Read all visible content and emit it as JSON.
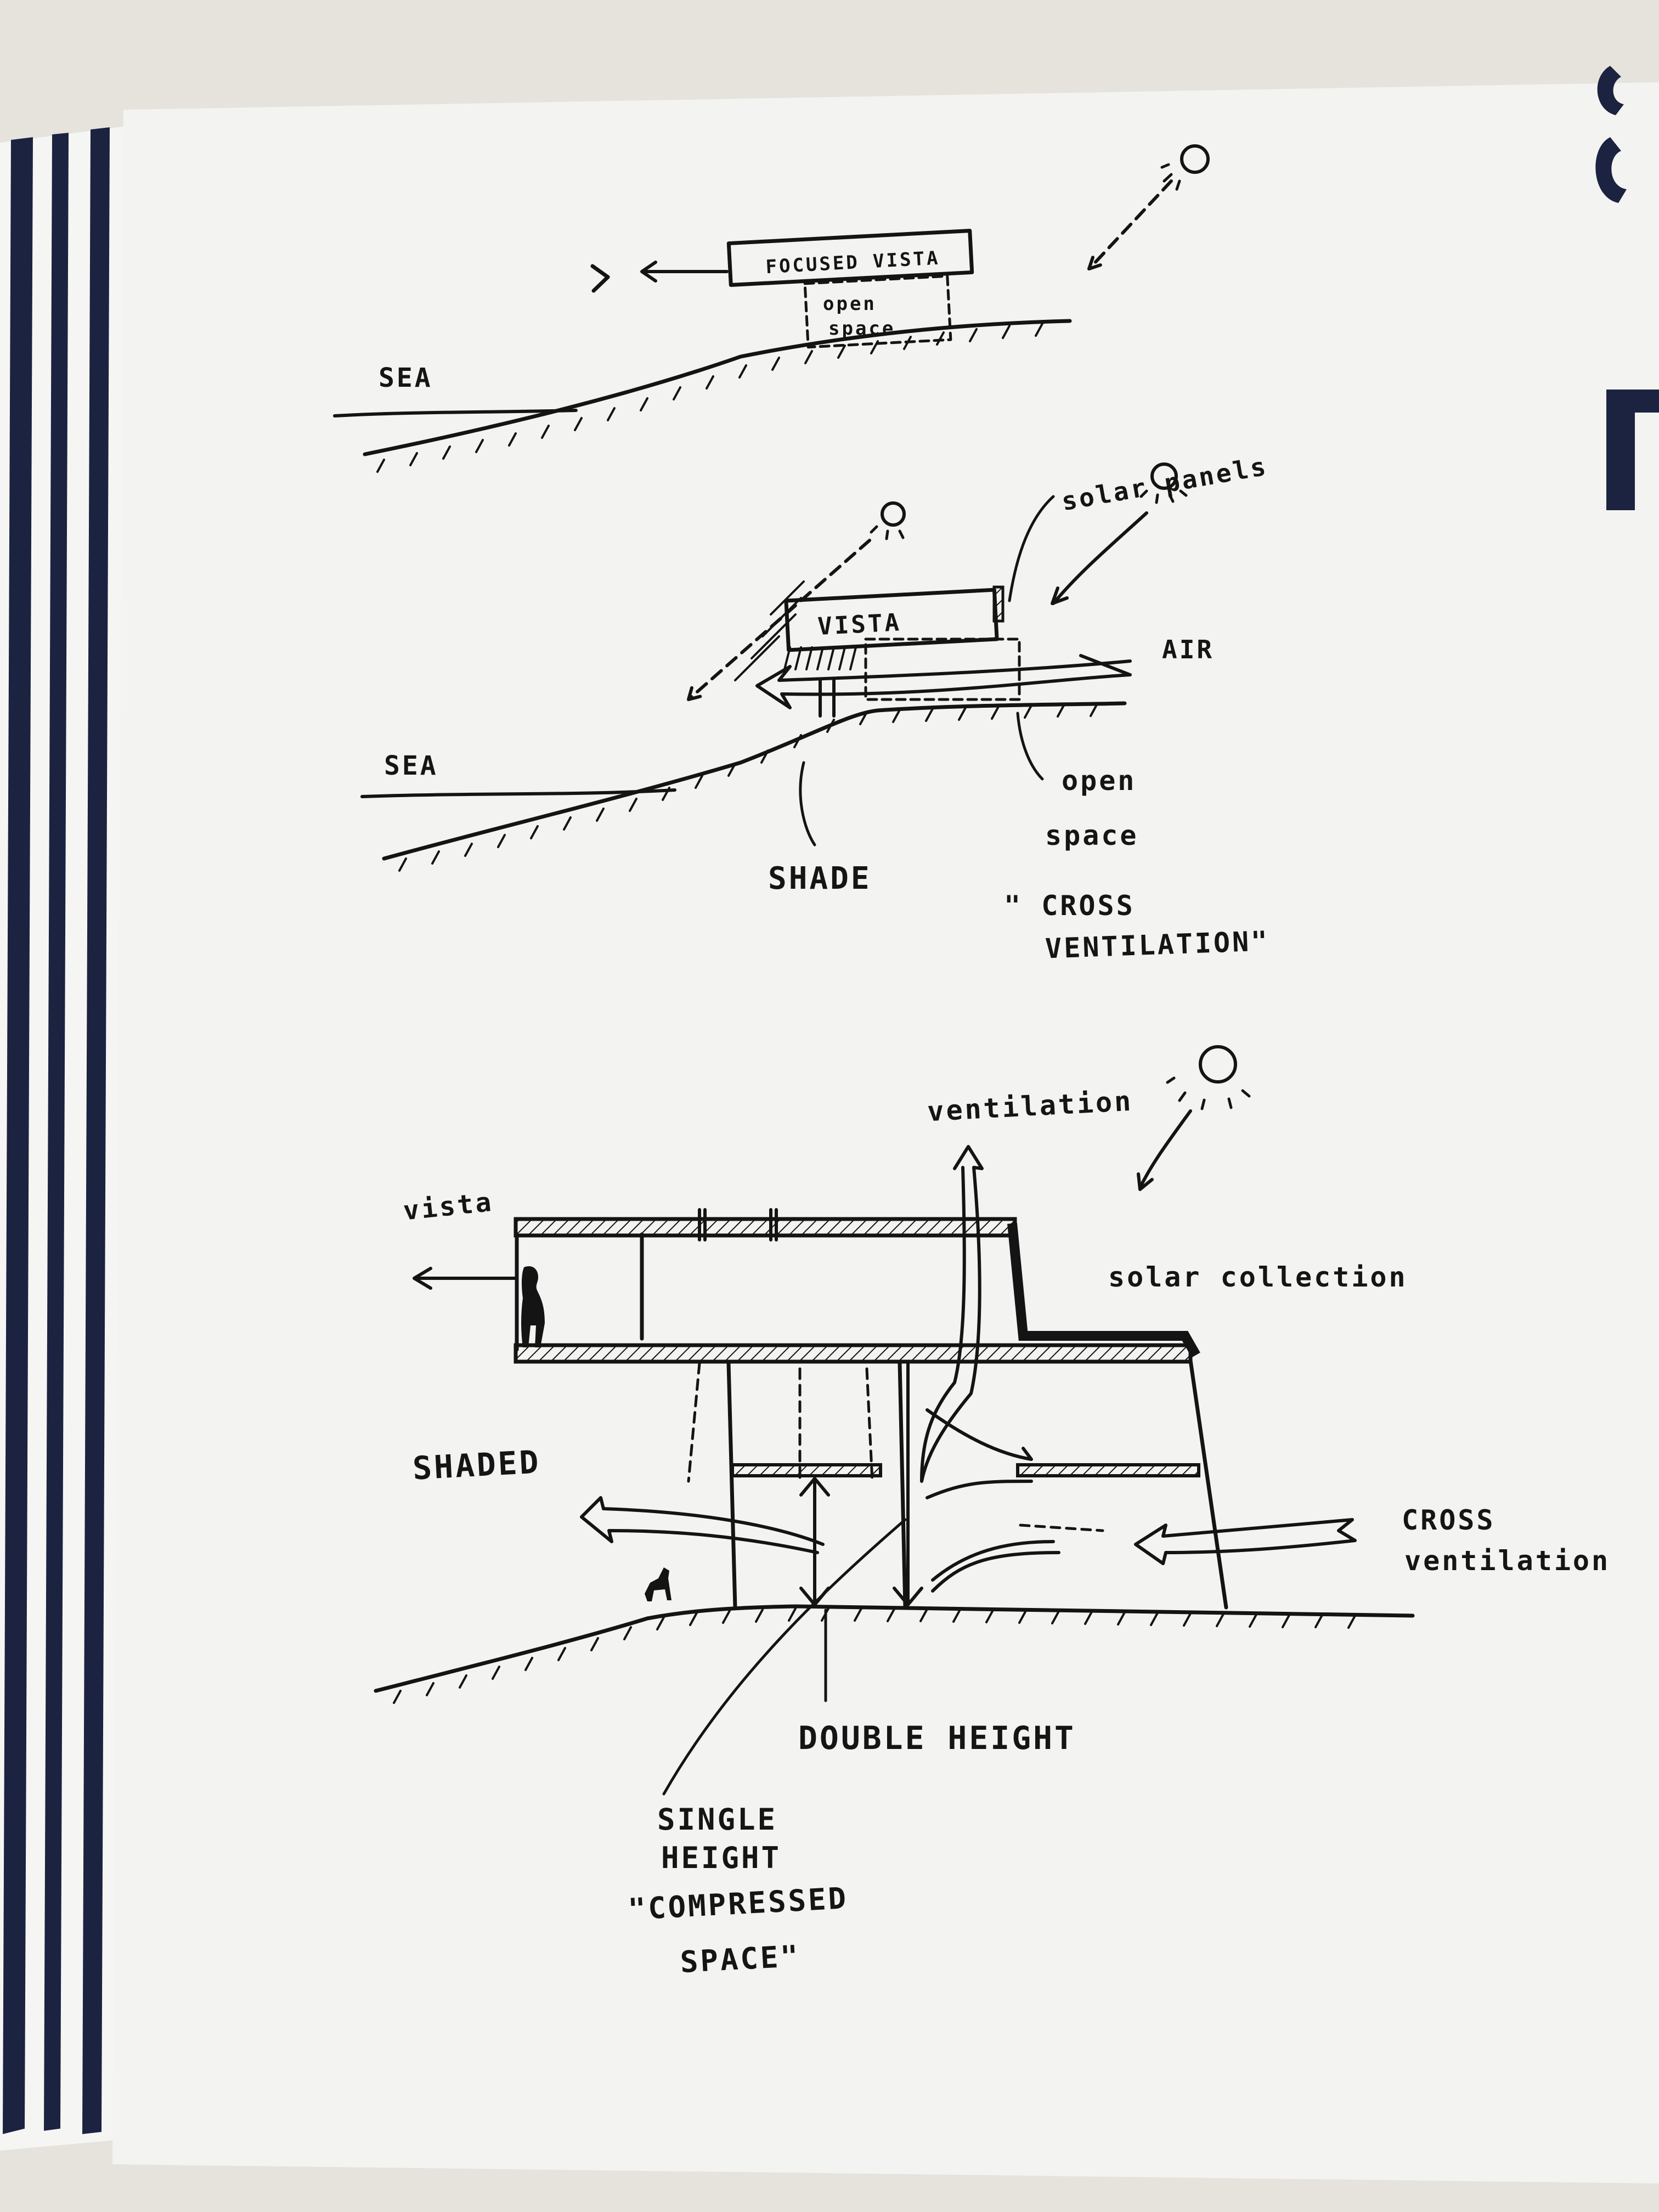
{
  "colors": {
    "paper": "#f3f3f1",
    "background": "#e6e3dd",
    "ink": "#141414",
    "book_edge": "#1b2340"
  },
  "sketch1": {
    "focused_vista": "FOCUSED VISTA",
    "open": "open",
    "space": "space",
    "sea": "SEA"
  },
  "sketch2": {
    "solar_panels": "solar panels",
    "vista": "VISTA",
    "air": "AIR",
    "sea": "SEA",
    "open": "open",
    "space": "space",
    "shade": "SHADE",
    "cross": "\" CROSS",
    "ventilation": "VENTILATION\""
  },
  "sketch3": {
    "ventilation": "ventilation",
    "vista": "vista",
    "solar_collection": "solar collection",
    "shaded": "SHADED",
    "cross": "CROSS",
    "cross_ventilation": "ventilation",
    "double_height": "DOUBLE HEIGHT",
    "single": "SINGLE",
    "height": "HEIGHT",
    "compressed": "\"COMPRESSED",
    "space": "SPACE\""
  }
}
